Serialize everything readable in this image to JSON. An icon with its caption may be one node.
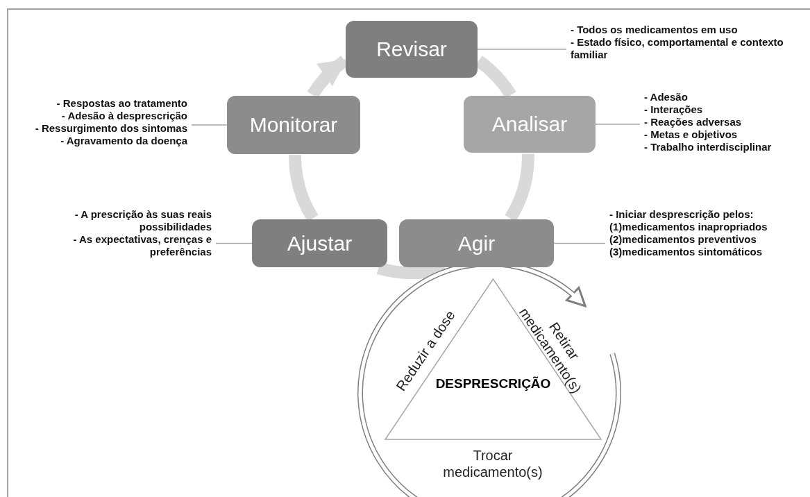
{
  "diagram": {
    "nodes": [
      {
        "text": [
          "Revisar"
        ]
      },
      {
        "text": [
          "- Todos os medicamentos em uso",
          "- Estado físico, comportamental e contexto familiar"
        ]
      },
      {
        "text": [
          "- Respostas ao tratamento",
          "- Adesão à desprescrição",
          "- Ressurgimento dos sintomas",
          "- Agravamento da doença"
        ]
      },
      {
        "text": [
          "Monitorar"
        ]
      },
      {
        "text": [
          "Analisar"
        ]
      },
      {
        "text": [
          "- Adesão",
          "- Interações",
          "- Reações adversas",
          "- Metas e objetivos",
          "- Trabalho interdisciplinar"
        ]
      },
      {
        "text": [
          "- A prescrição às suas reais possibilidades",
          "- As expectativas, crenças e preferências"
        ]
      },
      {
        "text": [
          "Ajustar"
        ]
      },
      {
        "text": [
          "Agir"
        ]
      },
      {
        "text": [
          "- Iniciar desprescrição pelos:",
          "(1)medicamentos inapropriados",
          "(2)medicamentos preventivos",
          "(3)medicamentos sintomáticos"
        ]
      },
      {
        "text": [
          "DESPRESCRIÇÃO"
        ]
      }
    ],
    "edges": [
      {
        "from": 3,
        "to": 0,
        "arrow": "to",
        "style": "thick",
        "color": "#d9d9d9"
      },
      {
        "from": 0,
        "to": 4,
        "arrow": "none",
        "style": "thick",
        "color": "#d9d9d9"
      },
      {
        "from": 4,
        "to": 8,
        "arrow": "none",
        "style": "thick",
        "color": "#d9d9d9"
      },
      {
        "from": 8,
        "to": 7,
        "arrow": "none",
        "style": "thick",
        "color": "#d9d9d9"
      },
      {
        "from": 7,
        "to": 3,
        "arrow": "none",
        "style": "thick",
        "color": "#d9d9d9"
      },
      {
        "from": 1,
        "to": 0,
        "arrow": "none"
      },
      {
        "from": 2,
        "to": 3,
        "arrow": "none"
      },
      {
        "from": 5,
        "to": 4,
        "arrow": "none"
      },
      {
        "from": 6,
        "to": 7,
        "arrow": "none"
      },
      {
        "from": 9,
        "to": 8,
        "arrow": "none"
      }
    ],
    "labels": [
      "Reduzir a dose",
      "Retirar medicamento(s)",
      "Trocar medicamento(s)"
    ]
  }
}
